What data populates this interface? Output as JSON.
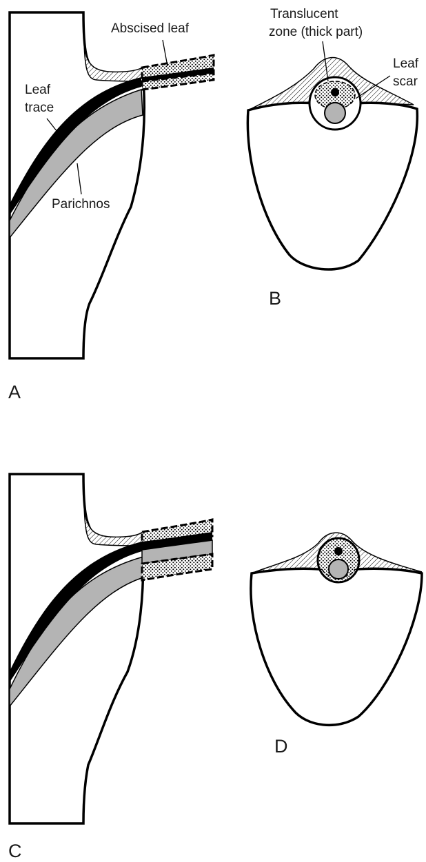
{
  "panels": [
    {
      "letter": "A"
    },
    {
      "letter": "B"
    },
    {
      "letter": "C"
    },
    {
      "letter": "D"
    }
  ],
  "labels": {
    "abscised_leaf": "Abscised leaf",
    "leaf_trace_line1": "Leaf",
    "leaf_trace_line2": "trace",
    "parichnos": "Parichnos",
    "translucent_line1": "Translucent",
    "translucent_line2": "zone (thick part)",
    "leaf_scar_line1": "Leaf",
    "leaf_scar_line2": "scar"
  },
  "colors": {
    "outline": "#000000",
    "parichnos_fill": "#b4b4b4",
    "background": "#ffffff"
  }
}
